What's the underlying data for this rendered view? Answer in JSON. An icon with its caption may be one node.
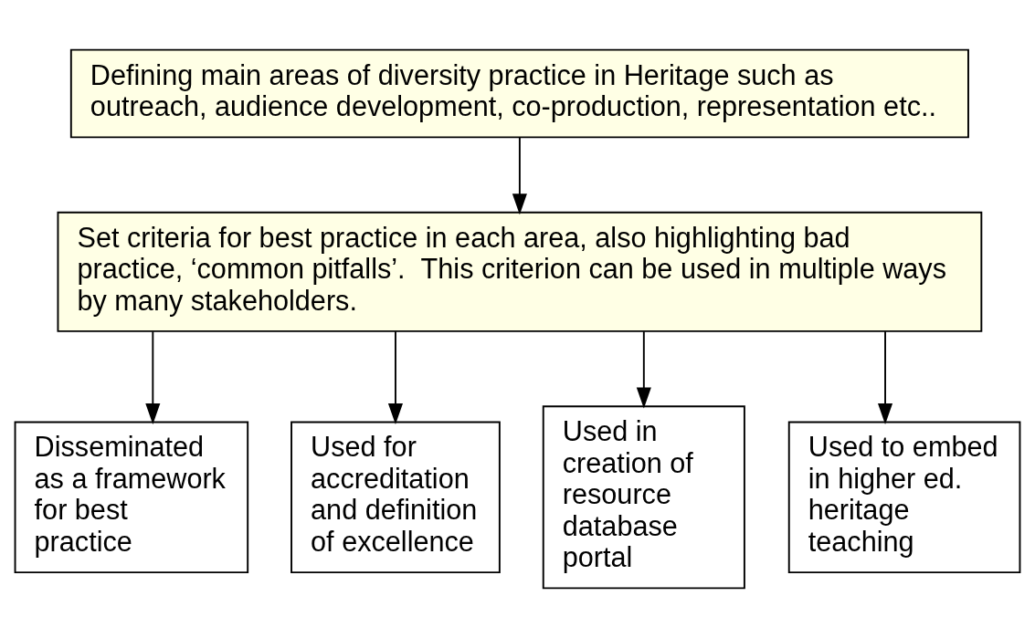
{
  "diagram": {
    "nodes": [
      {
        "text": [
          "Defining main areas of diversity practice in Heritage such as outreach, audience development, co-production, representation etc.."
        ]
      },
      {
        "text": [
          "Set criteria for best practice in each area, also highlighting bad practice, ‘common pitfalls’.  This criterion can be used in multiple ways by many stakeholders."
        ]
      },
      {
        "text": [
          "Disseminated as a framework for best practice"
        ]
      },
      {
        "text": [
          "Used for accreditation and definition of excellence"
        ]
      },
      {
        "text": [
          "Used in creation of resource database portal"
        ]
      },
      {
        "text": [
          "Used to embed in higher ed. heritage teaching"
        ]
      }
    ],
    "edges": [
      {
        "from": 0,
        "to": 1,
        "arrow": "to"
      },
      {
        "from": 1,
        "to": 2,
        "arrow": "to"
      },
      {
        "from": 1,
        "to": 3,
        "arrow": "to"
      },
      {
        "from": 1,
        "to": 4,
        "arrow": "to"
      },
      {
        "from": 1,
        "to": 5,
        "arrow": "to"
      }
    ]
  }
}
